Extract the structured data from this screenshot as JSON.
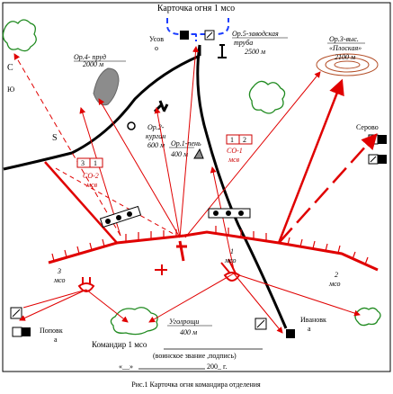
{
  "title": "Карточка огня 1 мсо",
  "caption": "Рис.1 Карточка огня командира отделения",
  "compass": {
    "north": "С",
    "south": "Ю"
  },
  "landmarks": [
    {
      "key": "or4",
      "line1": "Ор.4- пруд",
      "line2": "2000 м"
    },
    {
      "key": "or5",
      "line1": "Ор.5-заводская",
      "line2": "труба",
      "line3": "2500 м"
    },
    {
      "key": "or3",
      "line1": "Ор.3-выс.",
      "line2": "«Плоская»",
      "line3": "2100 м"
    },
    {
      "key": "or2",
      "line1": "Ор.2-",
      "line2": "курган",
      "line3": "600 м"
    },
    {
      "key": "or1",
      "line1": "Ор.1-пень",
      "line2": "400 м"
    }
  ],
  "places": {
    "usovo_line1": "Усов",
    "usovo_line2": "о",
    "serovo": "Серово",
    "popovka_line1": "Поповк",
    "popovka_line2": "а",
    "ivanovka_line1": "Ивановк",
    "ivanovka_line2": "а",
    "ugolki_line1": "Уголрощи",
    "ugolki_line2": "400 м"
  },
  "units": {
    "co1": {
      "n1": "1",
      "n2": "2",
      "label": "СО-1",
      "sub": "мсв"
    },
    "co2": {
      "n1": "3",
      "n2": "1",
      "label": "СО-2",
      "sub": "мсв"
    },
    "mso1": {
      "n": "1",
      "label": "мсо"
    },
    "mso2": {
      "n": "2",
      "label": "мсо"
    },
    "mso3": {
      "n": "3",
      "label": "мсо"
    }
  },
  "signature": {
    "commander": "Командир 1 мсо",
    "rank": "(воинское звание ,подпись)",
    "date": "«__»",
    "year": "200_ г."
  },
  "colors": {
    "red": "#e00000",
    "black": "#000000",
    "blue": "#1a3cff",
    "grey": "#8c8c8c",
    "green": "#1f8a1f",
    "brown": "#b4502a"
  }
}
